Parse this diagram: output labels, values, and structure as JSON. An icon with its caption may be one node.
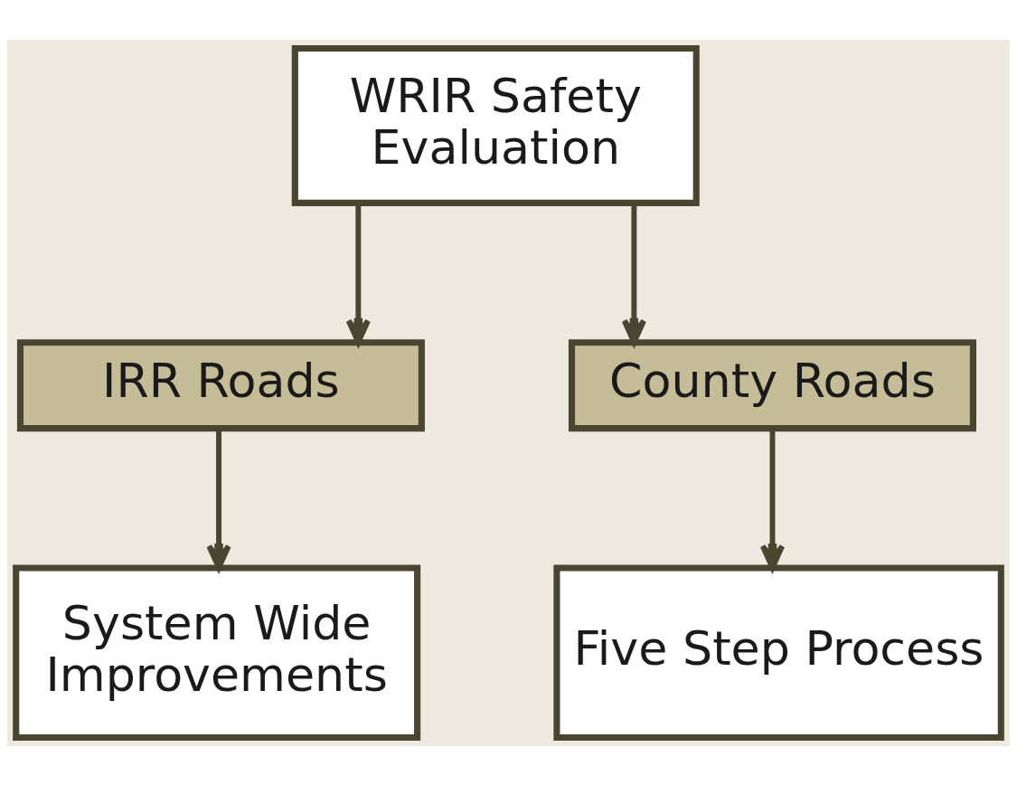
{
  "diagram": {
    "nodes": [
      {
        "text": [
          "WRIR Safety Evaluation"
        ]
      },
      {
        "text": [
          "IRR Roads"
        ]
      },
      {
        "text": [
          "County Roads"
        ]
      },
      {
        "text": [
          "System Wide Improvements"
        ]
      },
      {
        "text": [
          "Five Step Process"
        ]
      }
    ],
    "edges": [
      {
        "from": 0,
        "to": 1,
        "arrow": "to"
      },
      {
        "from": 0,
        "to": 2,
        "arrow": "to"
      },
      {
        "from": 1,
        "to": 3,
        "arrow": "to"
      },
      {
        "from": 2,
        "to": 4,
        "arrow": "to"
      }
    ]
  }
}
